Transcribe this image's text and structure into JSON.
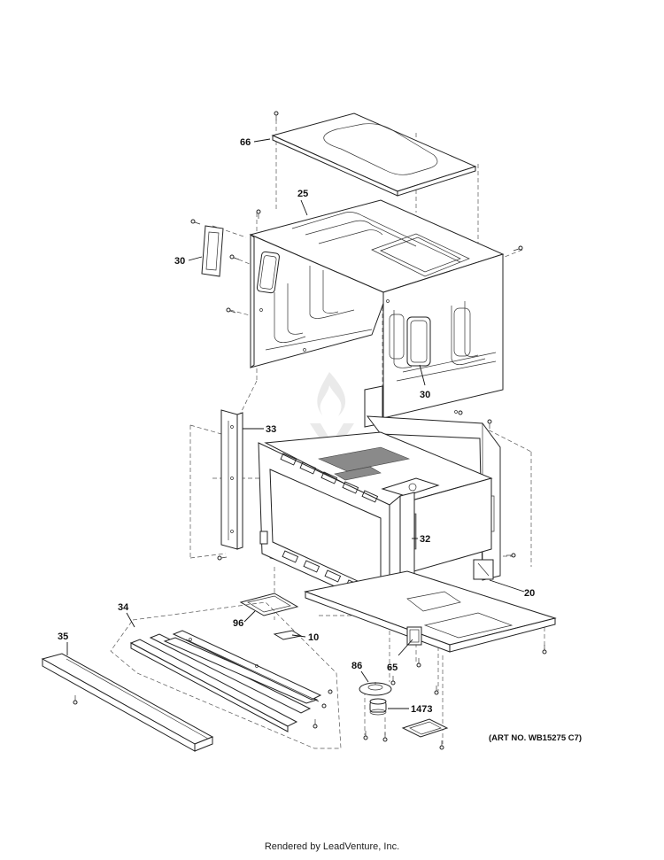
{
  "labels": {
    "l66": "66",
    "l25": "25",
    "l30a": "30",
    "l30b": "30",
    "l33": "33",
    "l32": "32",
    "l20": "20",
    "l96": "96",
    "l10": "10",
    "l34": "34",
    "l35": "35",
    "l86": "86",
    "l65": "65",
    "l1473": "1473"
  },
  "art_number": "(ART NO. WB15275 C7)",
  "footer": "Rendered by LeadVenture, Inc."
}
